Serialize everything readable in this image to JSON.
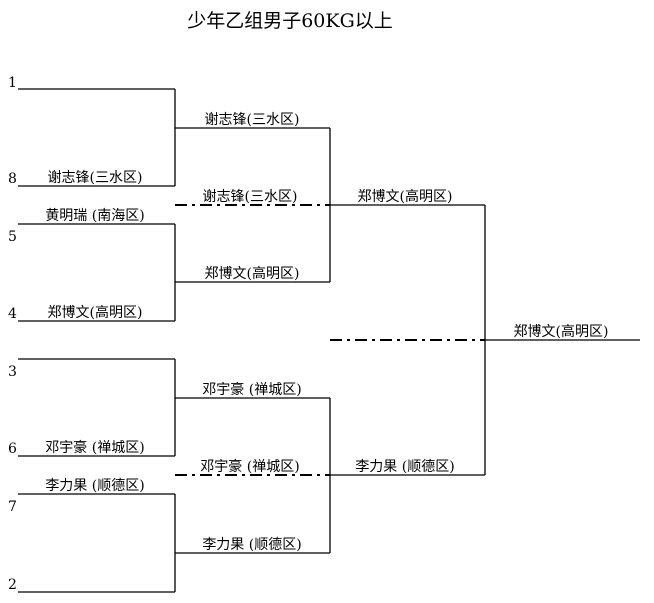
{
  "title": "少年乙组男子60KG以上",
  "seeds": [
    "1",
    "8",
    "5",
    "4",
    "3",
    "6",
    "7",
    "2"
  ],
  "round1": {
    "entrants": [
      "",
      "谢志锋(三水区)",
      "黄明瑞 (南海区)",
      "郑博文(高明区)",
      "",
      "邓宇豪 (禅城区)",
      "李力果 (顺德区)",
      ""
    ]
  },
  "round2": {
    "winners": [
      "谢志锋(三水区)",
      "郑博文(高明区)",
      "邓宇豪 (禅城区)",
      "李力果 (顺德区)"
    ]
  },
  "semifinal": {
    "upper_left": "谢志锋(三水区)",
    "upper_winner": "郑博文(高明区)",
    "lower_left": "邓宇豪 (禅城区)",
    "lower_winner": "李力果 (顺德区)"
  },
  "final": {
    "champion": "郑博文(高明区)"
  }
}
